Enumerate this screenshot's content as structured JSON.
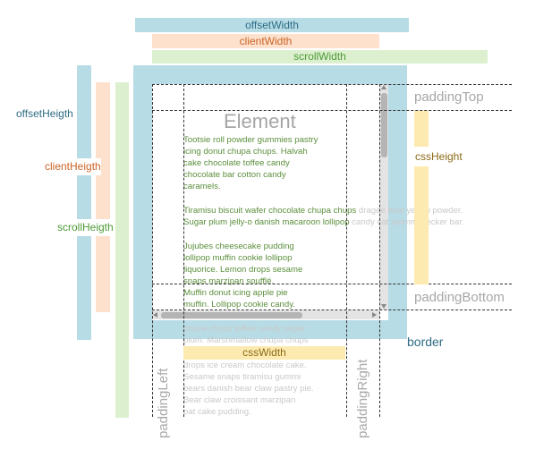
{
  "labels": {
    "offset_width": "offsetWidth",
    "client_width": "clientWidth",
    "scroll_width": "scrollWidth",
    "offset_height": "offsetHeigth",
    "client_height": "clientHeigth",
    "scroll_height": "scrollHeigth",
    "element": "Element",
    "padding_top": "paddingTop",
    "css_height": "cssHeight",
    "padding_bottom": "paddingBottom",
    "border": "border",
    "css_width": "cssWidth",
    "padding_left": "paddingLeft",
    "padding_right": "paddingRight"
  },
  "content": {
    "para1": "Tootsie roll powder gummies pastry\nicing donut chupa chups. Halvah\ncake chocolate toffee candy\nchocolate bar cotton candy\ncaramels.",
    "para2_line1": "Tiramisu biscuit wafer chocolate chupa chups",
    "para2_line1_overflow": " dragée blue yellow powder.",
    "para2_line2": "Sugar plum jelly-o danish macaroon lollipop",
    "para2_line2_overflow": " candy cat swimmy lecker bar.",
    "para3": "Jujubes cheesecake pudding\nlollipop muffin cookie lollipop\nliquorice. Lemon drops sesame\nsnaps marzipan soufflé.\nMuffin donut icing apple pie\nmuffin. Lollipop cookie candy.",
    "overflow_text": "chupa chups toffee candy sugar\nplum. Marshmallow chupa chups",
    "overflow_text2": "drops ice cream chocolate cake.\nSesame snaps tiramisu gummi\nbears danish bear claw pastry pie.\nBear claw croissant marzipan\noat cake pudding."
  },
  "colors": {
    "blue": "#b7dce6",
    "orange": "#fde1cd",
    "green": "#dcf0cf",
    "yellow": "#fdeab0"
  }
}
